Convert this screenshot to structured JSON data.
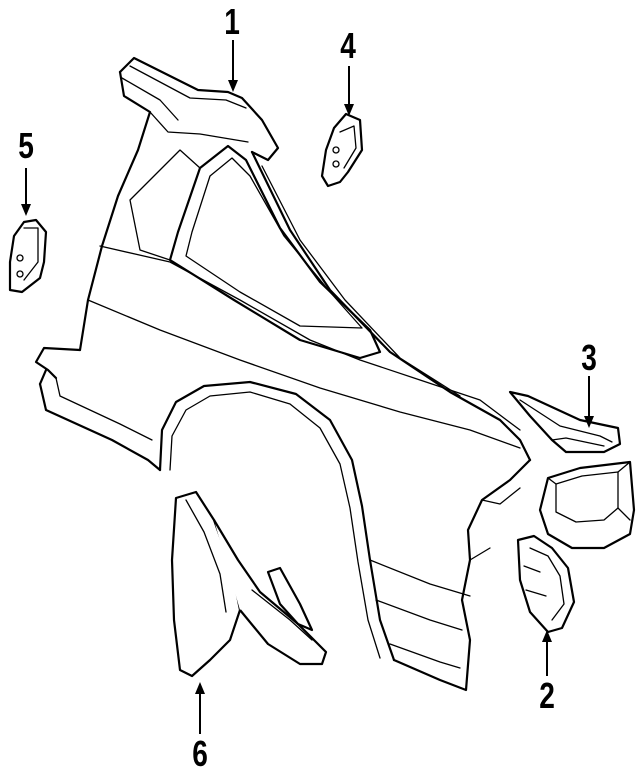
{
  "callouts": [
    {
      "id": "1",
      "label": "1"
    },
    {
      "id": "2",
      "label": "2"
    },
    {
      "id": "3",
      "label": "3"
    },
    {
      "id": "4",
      "label": "4"
    },
    {
      "id": "5",
      "label": "5"
    },
    {
      "id": "6",
      "label": "6"
    }
  ]
}
